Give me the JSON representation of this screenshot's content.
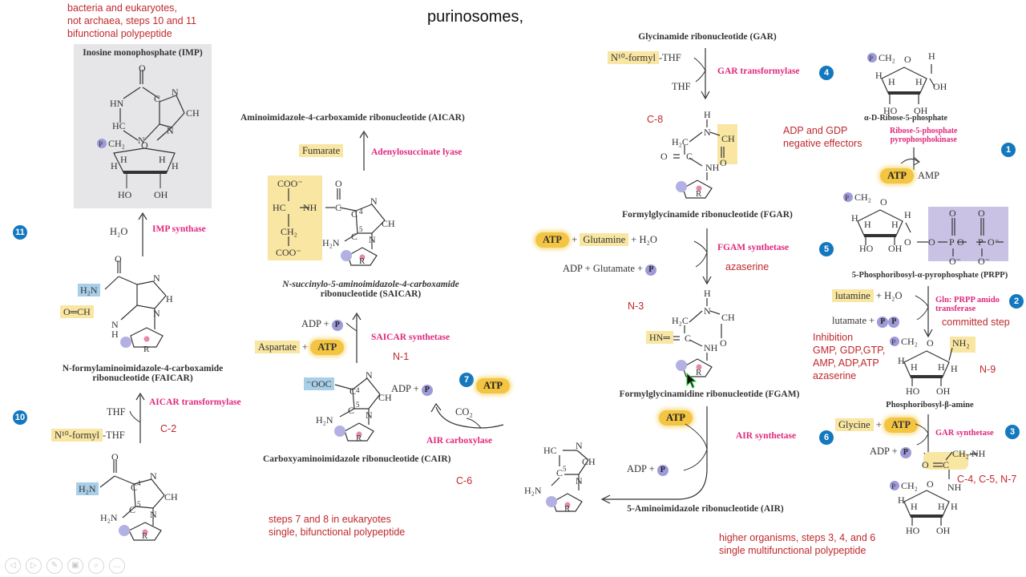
{
  "slide_title": "purinosomes,",
  "annotations": {
    "top_left": [
      "bacteria and eukaryotes,",
      "not archaea, steps 10 and 11",
      "bifunctional polypeptide"
    ],
    "c8": "C-8",
    "adp_gdp": [
      "ADP and GDP",
      "negative effectors"
    ],
    "n3": "N-3",
    "n1": "N-1",
    "c2": "C-2",
    "c6": "C-6",
    "n9": "N-9",
    "committed": "committed step",
    "inhibition": [
      "Inhibition",
      "GMP, GDP,GTP,",
      "AMP, ADP,ATP",
      "azaserine"
    ],
    "azaserine": "azaserine",
    "c4c5n7": "C-4, C-5, N-7",
    "steps78": [
      "steps 7 and 8 in eukaryotes",
      "single, bifunctional polypeptide"
    ],
    "higher": [
      "higher organisms, steps 3, 4, and 6",
      "single multifunctional polypeptide"
    ]
  },
  "compounds": {
    "imp": "Inosine monophosphate (IMP)",
    "aicar": "Aminoimidazole-4-carboxamide ribonucleotide (AICAR)",
    "saicar": [
      "N-succinylo-5-aminoimidazole-4-carboxamide",
      "ribonucleotide (SAICAR)"
    ],
    "faicar": [
      "N-formylaminoimidazole-4-carboxamide",
      "ribonucleotide (FAICAR)"
    ],
    "cair": "Carboxyaminoimidazole ribonucleotide (CAIR)",
    "gar": "Glycinamide ribonucleotide (GAR)",
    "fgar": "Formylglycinamide ribonucleotide (FGAR)",
    "fgam": "Formylglycinamidine ribonucleotide (FGAM)",
    "air": "5-Aminoimidazole ribonucleotide (AIR)",
    "ribose5p": "α-D-Ribose-5-phosphate",
    "prpp": "5-Phosphoribosyl-α-pyrophosphate (PRPP)",
    "pramine": "Phosphoribosyl-β-amine"
  },
  "enzymes": {
    "imp_synthase": "IMP synthase",
    "aicar_transformylase": "AICAR transformylase",
    "adenylosuccinate_lyase": "Adenylosuccinate lyase",
    "saicar_synthetase": "SAICAR synthetase",
    "air_carboxylase": "AIR carboxylase",
    "gar_transformylase": "GAR transformylase",
    "fgam_synthetase": "FGAM synthetase",
    "air_synthetase": "AIR synthetase",
    "ribose_kinase": [
      "Ribose-5-phosphate",
      "pyrophosphokinase"
    ],
    "prpp_amido": [
      "Gln: PRPP amido",
      "transferase"
    ],
    "gar_synthetase": "GAR synthetase"
  },
  "reagents": {
    "h2o": "H₂O",
    "thf": "THF",
    "n10": "N¹⁰-formyl",
    "thf_suffix": "-THF",
    "fumarate": "Fumarate",
    "aspartate": "Aspartate",
    "atp": "ATP",
    "adp": "ADP",
    "amp": "AMP",
    "glutamine": "Glutamine",
    "glutamine_cut": "lutamine",
    "glutamate": "Glutamate",
    "glutamate_cut": "lutamate",
    "glycine": "Glycine",
    "co2": "CO₂",
    "plus": "+",
    "p": "P",
    "pp": "P P"
  },
  "steps": [
    "1",
    "2",
    "3",
    "4",
    "5",
    "6",
    "7",
    "10",
    "11"
  ],
  "nav": [
    "◁",
    "▷",
    "✎",
    "▣",
    "⌕",
    "…"
  ]
}
